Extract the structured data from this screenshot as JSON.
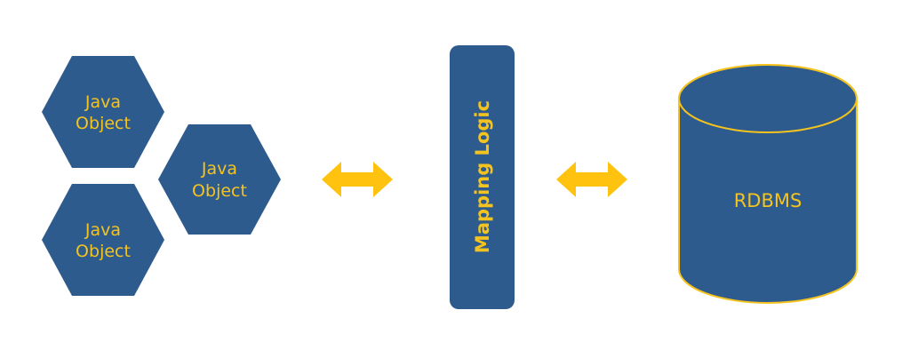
{
  "colors": {
    "shape_fill": "#2e5b8e",
    "label_text": "#f5c31e",
    "arrow": "#ffc20e",
    "db_outline": "#f5c31e",
    "background": "#ffffff"
  },
  "objects": [
    {
      "line1": "Java",
      "line2": "Object"
    },
    {
      "line1": "Java",
      "line2": "Object"
    },
    {
      "line1": "Java",
      "line2": "Object"
    }
  ],
  "mapping": {
    "label": "Mapping Logic"
  },
  "database": {
    "label": "RDBMS"
  },
  "arrows": [
    {
      "icon": "double-arrow-icon"
    },
    {
      "icon": "double-arrow-icon"
    }
  ]
}
